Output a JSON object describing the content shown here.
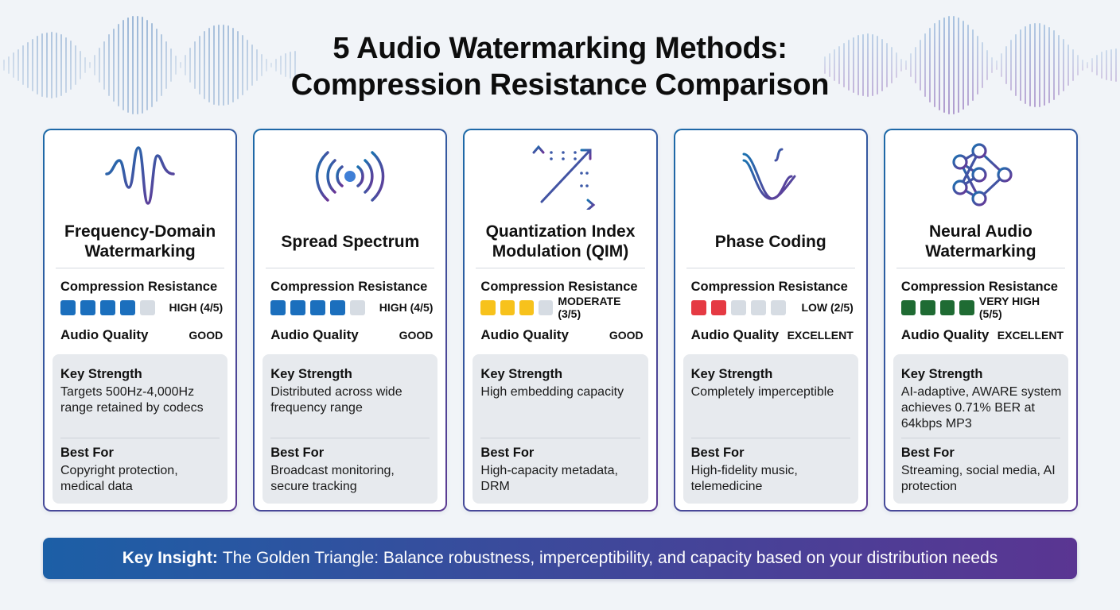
{
  "header": {
    "title_line1": "5 Audio Watermarking Methods:",
    "title_line2": "Compression Resistance Comparison"
  },
  "colors": {
    "background": "#f1f4f8",
    "gradient_start": "#1c6aa8",
    "gradient_end": "#5c3a92",
    "rating_blue": "#1b6fbd",
    "rating_yellow": "#f7c21c",
    "rating_red": "#e53a43",
    "rating_green": "#1f6b33",
    "rating_empty": "#d6dce3"
  },
  "labels": {
    "compression_resistance": "Compression Resistance",
    "audio_quality": "Audio Quality",
    "key_strength": "Key Strength",
    "best_for": "Best For"
  },
  "cards": [
    {
      "icon": "waveform-icon",
      "title": "Frequency-Domain Watermarking",
      "rating_filled": 4,
      "rating_squares": 5,
      "rating_color": "#1b6fbd",
      "rating_text": "HIGH (4/5)",
      "audio_quality": "GOOD",
      "key_strength": "Targets 500Hz-4,000Hz range retained by codecs",
      "best_for": "Copyright protection, medical data"
    },
    {
      "icon": "broadcast-signal-icon",
      "title": "Spread Spectrum",
      "rating_filled": 4,
      "rating_squares": 5,
      "rating_color": "#1b6fbd",
      "rating_text": "HIGH (4/5)",
      "audio_quality": "GOOD",
      "key_strength": "Distributed across wide frequency range",
      "best_for": "Broadcast monitoring, secure tracking"
    },
    {
      "icon": "quantization-grid-icon",
      "title": "Quantization Index Modulation (QIM)",
      "rating_filled": 3,
      "rating_squares": 4,
      "rating_color": "#f7c21c",
      "rating_text": "MODERATE (3/5)",
      "audio_quality": "GOOD",
      "key_strength": "High embedding capacity",
      "best_for": "High-capacity metadata, DRM"
    },
    {
      "icon": "phase-wave-icon",
      "title": "Phase Coding",
      "rating_filled": 2,
      "rating_squares": 5,
      "rating_color": "#e53a43",
      "rating_text": "LOW (2/5)",
      "audio_quality": "EXCELLENT",
      "key_strength": "Completely imperceptible",
      "best_for": "High-fidelity music, telemedicine"
    },
    {
      "icon": "neural-network-icon",
      "title": "Neural Audio Watermarking",
      "rating_filled": 4,
      "rating_squares": 4,
      "rating_color": "#1f6b33",
      "rating_text": "VERY HIGH (5/5)",
      "audio_quality": "EXCELLENT",
      "key_strength": "AI-adaptive, AWARE system achieves 0.71% BER at 64kbps MP3",
      "best_for": "Streaming, social media, AI protection"
    }
  ],
  "insight": {
    "label": "Key Insight:",
    "text": "The Golden Triangle: Balance robustness, imperceptibility, and capacity based on your distribution needs"
  }
}
